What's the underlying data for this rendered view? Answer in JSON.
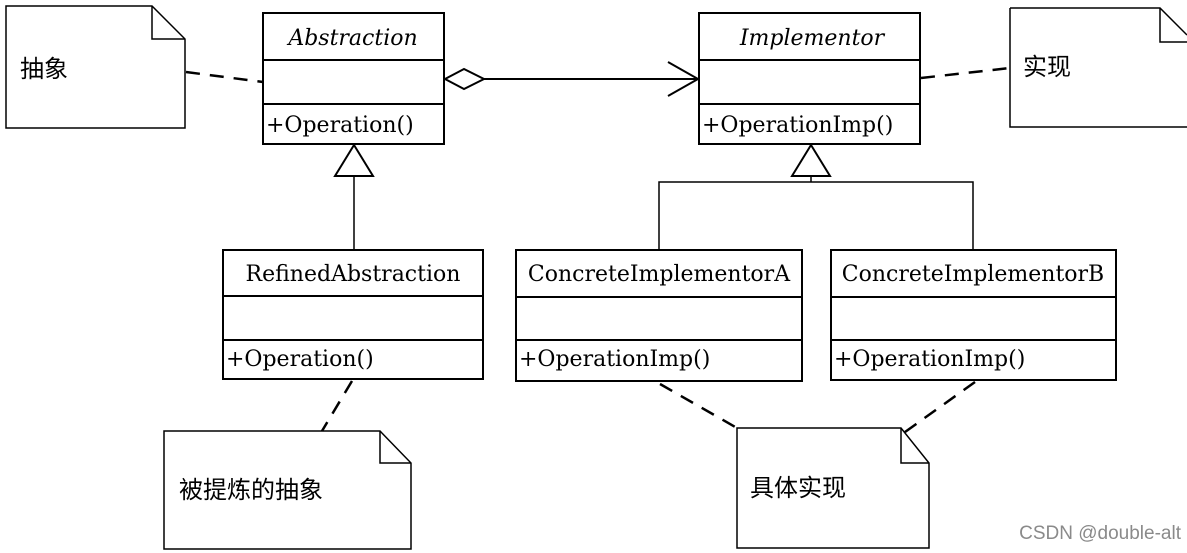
{
  "classes": {
    "abstraction": {
      "name": "Abstraction",
      "operation": "+Operation()"
    },
    "implementor": {
      "name": "Implementor",
      "operation": "+OperationImp()"
    },
    "refined": {
      "name": "RefinedAbstraction",
      "operation": "+Operation()"
    },
    "concreteA": {
      "name": "ConcreteImplementorA",
      "operation": "+OperationImp()"
    },
    "concreteB": {
      "name": "ConcreteImplementorB",
      "operation": "+OperationImp()"
    }
  },
  "notes": {
    "abstraction": "抽象",
    "implementor": "实现",
    "refined": "被提炼的抽象",
    "concrete": "具体实现"
  },
  "watermark": "CSDN @double-alt",
  "relations": [
    {
      "type": "aggregation",
      "from": "Abstraction",
      "to": "Implementor"
    },
    {
      "type": "generalization",
      "from": "RefinedAbstraction",
      "to": "Abstraction"
    },
    {
      "type": "generalization",
      "from": "ConcreteImplementorA",
      "to": "Implementor"
    },
    {
      "type": "generalization",
      "from": "ConcreteImplementorB",
      "to": "Implementor"
    }
  ]
}
